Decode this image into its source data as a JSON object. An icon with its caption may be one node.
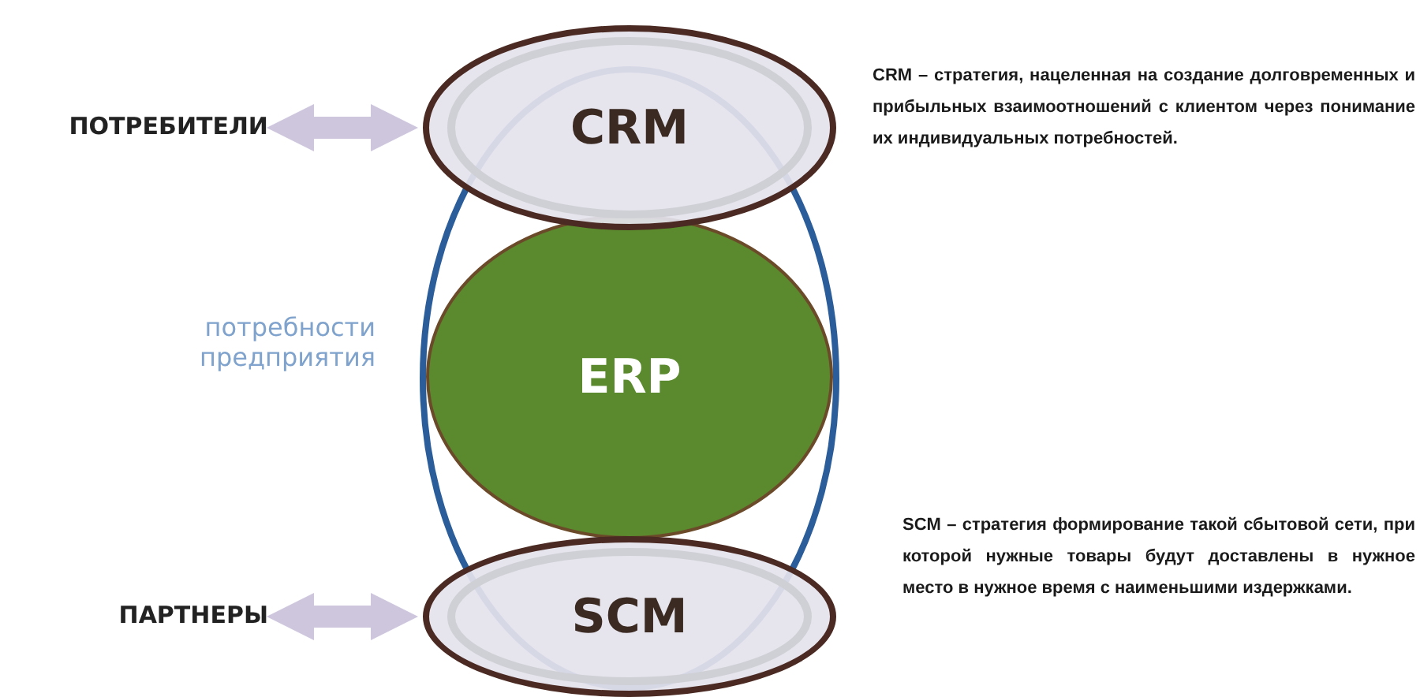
{
  "diagram": {
    "nodes": [
      {
        "text": [
          "ПОТРЕБИТЕЛИ"
        ]
      },
      {
        "text": [
          "CRM"
        ]
      },
      {
        "text": [
          "ERP"
        ]
      },
      {
        "text": [
          "ПАРТНЕРЫ"
        ]
      },
      {
        "text": [
          "SCM"
        ]
      }
    ],
    "edges": [
      {
        "from": 0,
        "to": 1,
        "arrow": "both"
      },
      {
        "from": 3,
        "to": 4,
        "arrow": "both"
      }
    ],
    "labels": [
      "потребности предприятия",
      "CRM – стратегия, нацеленная на создание долговременных и прибыльных взаимоотношений с клиентом через понимание их индивидуальных потребностей.",
      "SCM – стратегия формирование такой сбытовой сети, при которой нужные товары будут доставлены в нужное место в нужное время с наименьшими издержками."
    ]
  }
}
